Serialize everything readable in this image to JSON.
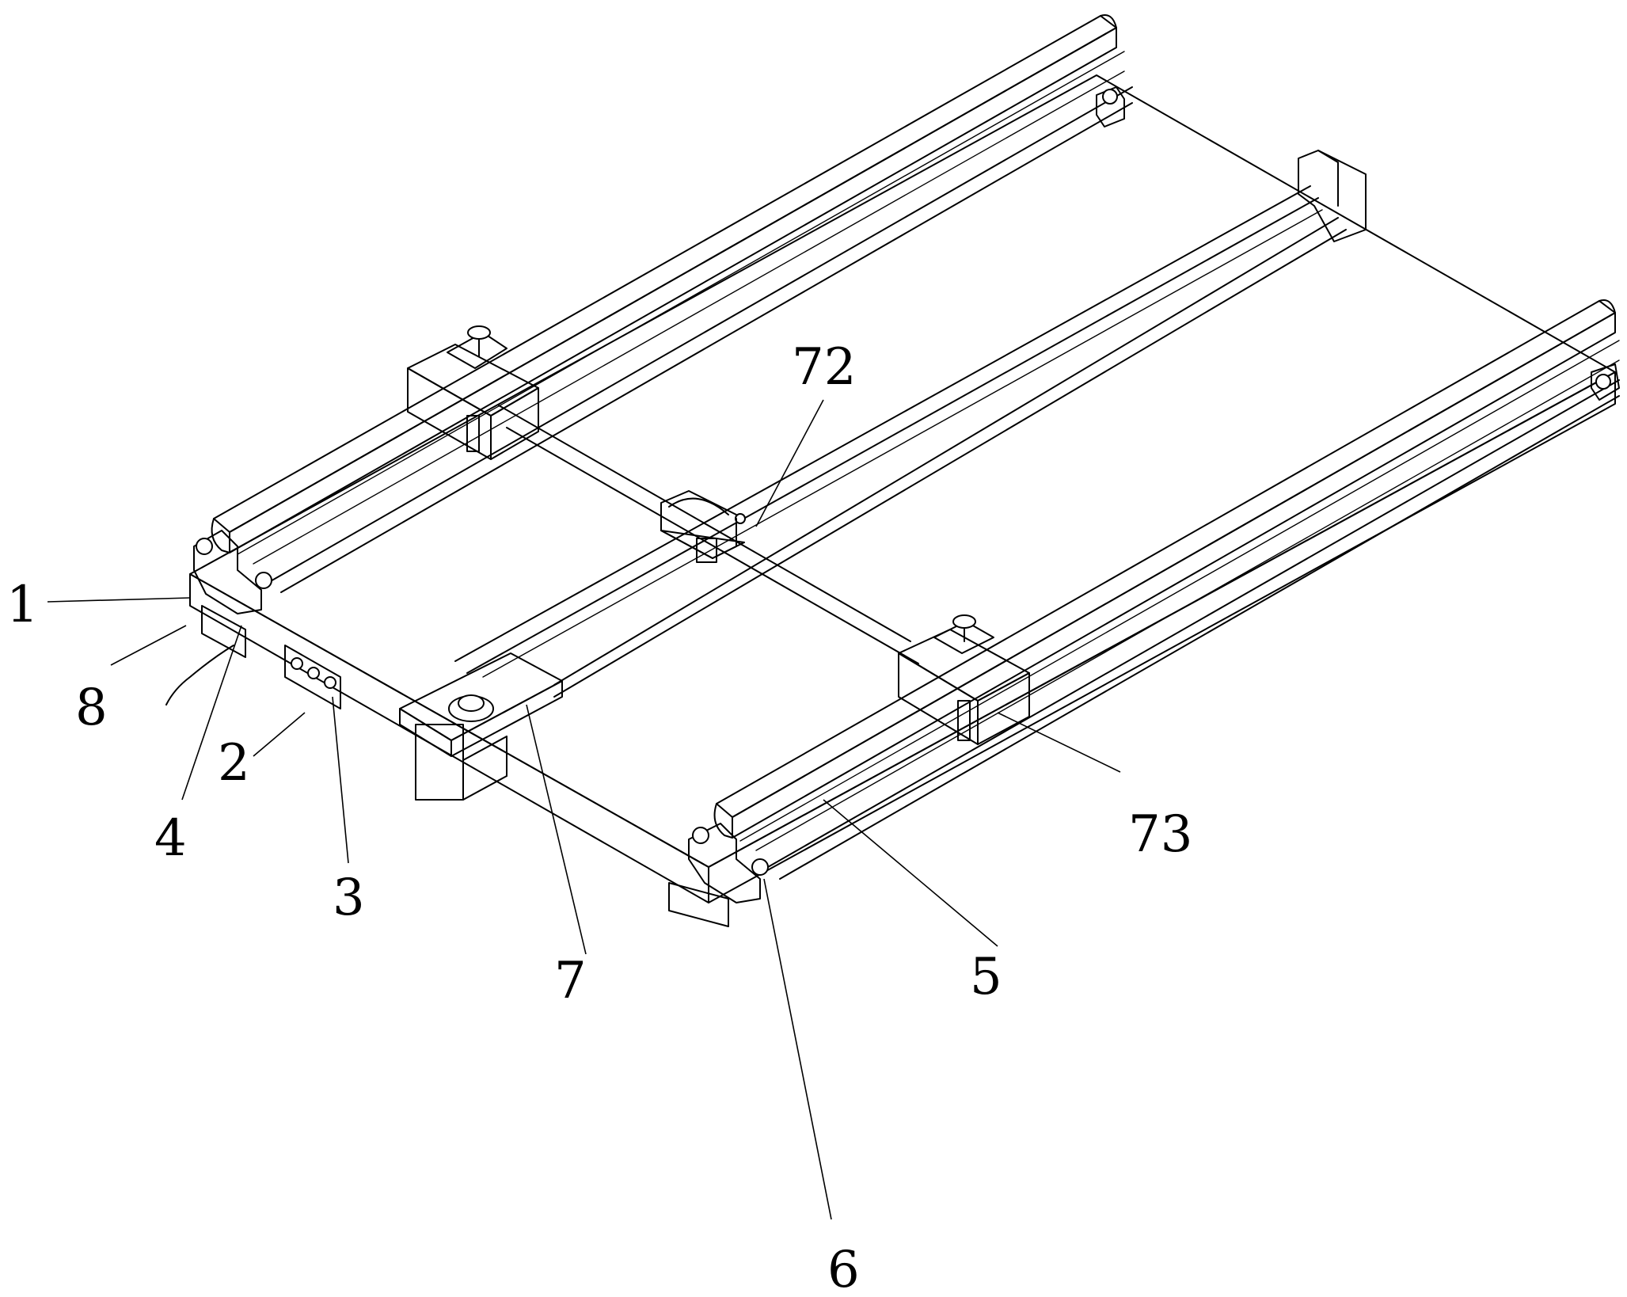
{
  "labels": {
    "l1": "1",
    "l2": "2",
    "l3": "3",
    "l4": "4",
    "l5": "5",
    "l6": "6",
    "l7": "7",
    "l8": "8",
    "l72": "72",
    "l73": "73"
  },
  "colors": {
    "line": "#000000",
    "background": "#ffffff"
  }
}
